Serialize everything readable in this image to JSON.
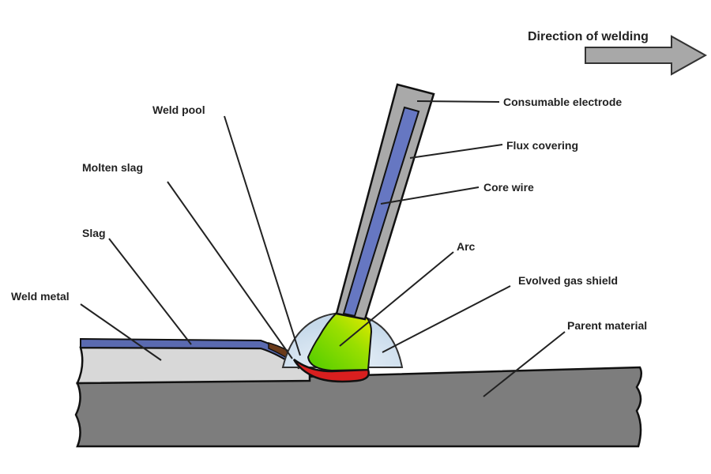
{
  "direction": {
    "label": "Direction of welding"
  },
  "labels": {
    "consumable_electrode": "Consumable electrode",
    "flux_covering": "Flux covering",
    "core_wire": "Core wire",
    "arc": "Arc",
    "evolved_gas_shield": "Evolved gas shield",
    "parent_material": "Parent material",
    "weld_pool": "Weld pool",
    "molten_slag": "Molten slag",
    "slag": "Slag",
    "weld_metal": "Weld metal"
  },
  "colors": {
    "parent_material": "#7d7d7d",
    "weld_metal": "#d8d8d8",
    "slag": "#5a6ab0",
    "weld_pool": "#d81f1f",
    "arc_green": "#6fd400",
    "arc_yellow": "#dde800",
    "gas_shield": "#cfe0ee",
    "flux_covering": "#a9a9a9",
    "core_wire": "#6677c2",
    "direction_arrow": "#a8a8a8"
  }
}
